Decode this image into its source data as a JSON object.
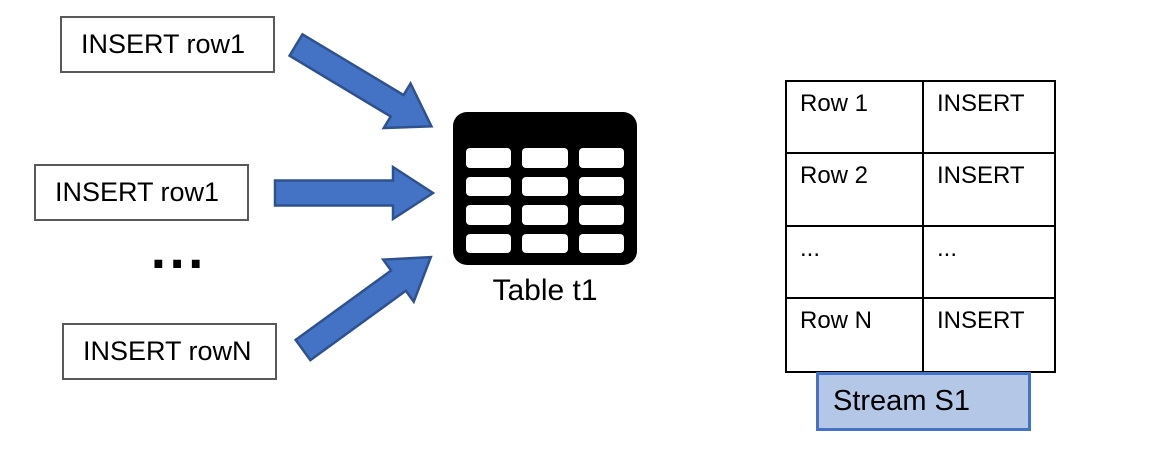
{
  "insert_boxes": [
    {
      "label": "INSERT row1"
    },
    {
      "label": "INSERT row1"
    },
    {
      "label": "INSERT rowN"
    }
  ],
  "ellipsis": "...",
  "table_icon": {
    "label": "Table t1"
  },
  "change_table": {
    "rows": [
      {
        "row": "Row 1",
        "action": "INSERT"
      },
      {
        "row": "Row 2",
        "action": "INSERT"
      },
      {
        "row": "...",
        "action": "..."
      },
      {
        "row": "Row N",
        "action": "INSERT"
      }
    ]
  },
  "stream": {
    "label": "Stream S1"
  },
  "colors": {
    "arrow_fill": "#4472C4",
    "arrow_outline": "#2F528F",
    "stream_fill": "#B4C7E7",
    "stream_border": "#4472C4",
    "box_border": "#595959",
    "table_border": "#000000",
    "icon_color": "#000000"
  }
}
